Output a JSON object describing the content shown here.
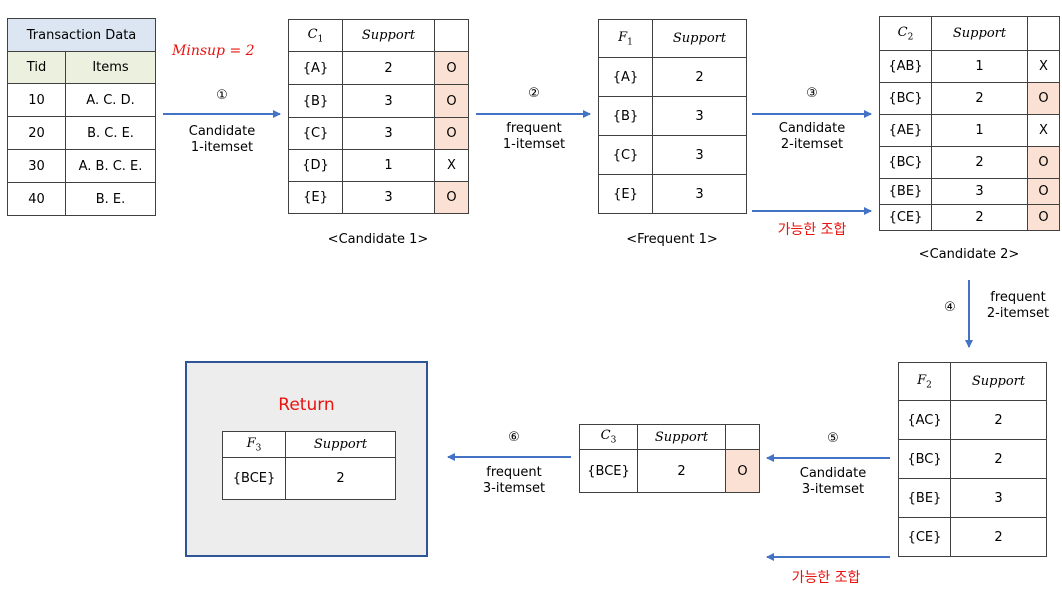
{
  "minsup": "Minsup  =  2",
  "transaction": {
    "title": "Transaction Data",
    "headers": [
      "Tid",
      "Items"
    ],
    "rows": [
      [
        "10",
        "A. C. D."
      ],
      [
        "20",
        "B. C. E."
      ],
      [
        "30",
        "A. B. C. E."
      ],
      [
        "40",
        "B. E."
      ]
    ]
  },
  "c1": {
    "headers": [
      "C",
      "1",
      "Support"
    ],
    "rows": [
      [
        "{A}",
        "2",
        "O"
      ],
      [
        "{B}",
        "3",
        "O"
      ],
      [
        "{C}",
        "3",
        "O"
      ],
      [
        "{D}",
        "1",
        "X"
      ],
      [
        "{E}",
        "3",
        "O"
      ]
    ],
    "caption": "<Candidate 1>"
  },
  "f1": {
    "headers": [
      "F",
      "1",
      "Support"
    ],
    "rows": [
      [
        "{A}",
        "2"
      ],
      [
        "{B}",
        "3"
      ],
      [
        "{C}",
        "3"
      ],
      [
        "{E}",
        "3"
      ]
    ],
    "caption": "<Frequent 1>"
  },
  "c2": {
    "headers": [
      "C",
      "2",
      "Support"
    ],
    "rows": [
      [
        "{AB}",
        "1",
        "X"
      ],
      [
        "{BC}",
        "2",
        "O"
      ],
      [
        "{AE}",
        "1",
        "X"
      ],
      [
        "{BC}",
        "2",
        "O"
      ],
      [
        "{BE}",
        "3",
        "O"
      ],
      [
        "{CE}",
        "2",
        "O"
      ]
    ],
    "caption": "<Candidate 2>"
  },
  "f2": {
    "headers": [
      "F",
      "2",
      "Support"
    ],
    "rows": [
      [
        "{AC}",
        "2"
      ],
      [
        "{BC}",
        "2"
      ],
      [
        "{BE}",
        "3"
      ],
      [
        "{CE}",
        "2"
      ]
    ]
  },
  "c3": {
    "headers": [
      "C",
      "3",
      "Support"
    ],
    "rows": [
      [
        "{BCE}",
        "2",
        "O"
      ]
    ]
  },
  "f3": {
    "headers": [
      "F",
      "3",
      "Support"
    ],
    "rows": [
      [
        "{BCE}",
        "2"
      ]
    ]
  },
  "return_label": "Return",
  "steps": [
    {
      "num": "①",
      "line1": "Candidate",
      "line2": "1-itemset"
    },
    {
      "num": "②",
      "line1": "frequent",
      "line2": "1-itemset"
    },
    {
      "num": "③",
      "line1": "Candidate",
      "line2": "2-itemset"
    },
    {
      "num": "④",
      "line1": "frequent",
      "line2": "2-itemset"
    },
    {
      "num": "⑤",
      "line1": "Candidate",
      "line2": "3-itemset"
    },
    {
      "num": "⑥",
      "line1": "frequent",
      "line2": "3-itemset"
    }
  ],
  "possible_combination": "가능한 조합",
  "colors": {
    "arrow": "#4472c4",
    "highlight": "#fbe1d3",
    "red": "#e8130f",
    "border": "#2f5597"
  }
}
